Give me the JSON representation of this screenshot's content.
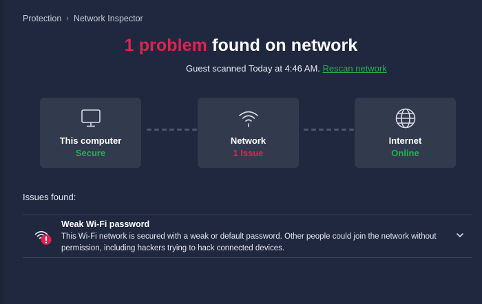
{
  "breadcrumb": {
    "items": [
      {
        "label": "Protection"
      },
      {
        "label": "Network Inspector"
      }
    ],
    "separator": "›"
  },
  "headline": {
    "highlight": "1 problem",
    "rest": " found on network",
    "highlight_color": "#e0224f"
  },
  "scan": {
    "text": "Guest scanned Today at 4:46 AM. ",
    "rescan_link": "Rescan network",
    "link_color": "#22b24c"
  },
  "cards": [
    {
      "icon": "monitor-icon",
      "title": "This computer",
      "status": "Secure",
      "status_color": "#22b24c"
    },
    {
      "icon": "wifi-icon",
      "title": "Network",
      "status": "1 Issue",
      "status_color": "#e0224f"
    },
    {
      "icon": "globe-icon",
      "title": "Internet",
      "status": "Online",
      "status_color": "#22b24c"
    }
  ],
  "issues": {
    "label": "Issues found:",
    "items": [
      {
        "icon": "wifi-warning-icon",
        "title": "Weak Wi-Fi password",
        "description": "This Wi-Fi network is secured with a weak or default password. Other people could join the network without permission, including hackers trying to hack connected devices.",
        "expand_icon": "chevron-down-icon"
      }
    ]
  },
  "colors": {
    "background": "#202840",
    "card": "#323a4e",
    "success": "#22b24c",
    "danger": "#e0224f"
  }
}
